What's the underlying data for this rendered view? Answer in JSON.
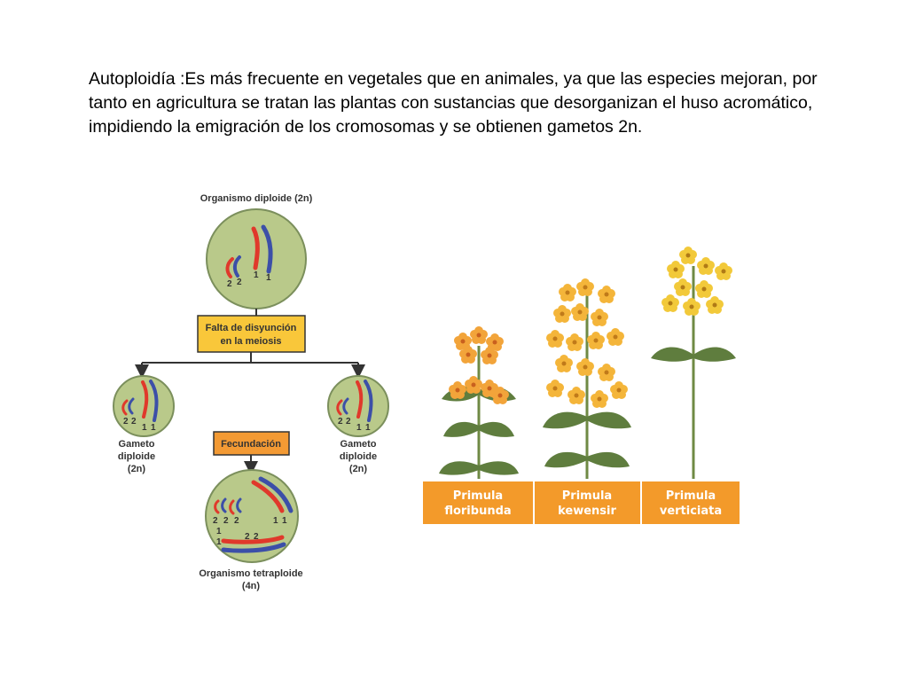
{
  "intro_text": "Autoploidía :Es más frecuente en vegetales que en animales, ya que las especies mejoran, por tanto en agricultura se tratan las plantas con sustancias que desorganizan el huso acromático, impidiendo la emigración de los cromosomas y se obtienen gametos 2n.",
  "diagram": {
    "top_title": "Organismo diploide (2n)",
    "nondisjunction_box": [
      "Falta de disyunción",
      "en la meiosis"
    ],
    "left_gamete": [
      "Gameto",
      "diploide",
      "(2n)"
    ],
    "right_gamete": [
      "Gameto",
      "diploide",
      "(2n)"
    ],
    "fertilization_box": "Fecundación",
    "bottom_title": [
      "Organismo tetraploide",
      "(4n)"
    ],
    "chromosome_numbers": {
      "one": "1",
      "two": "2"
    }
  },
  "plants": [
    {
      "line1": "Primula",
      "line2": "floribunda"
    },
    {
      "line1": "Primula",
      "line2": "kewensir"
    },
    {
      "line1": "Primula",
      "line2": "verticiata"
    }
  ],
  "colors": {
    "cell_fill": "#b9c98a",
    "cell_stroke": "#7b8f5c",
    "chrom_red": "#e0392b",
    "chrom_blue": "#3c4fa8",
    "box_yellow": "#f9c73a",
    "box_orange": "#f39a34",
    "plant_label_bg": "#f39a2a",
    "flower_orange": "#f2a43a",
    "flower_yellow": "#f2c93a",
    "leaf_green": "#5f7d3e"
  }
}
